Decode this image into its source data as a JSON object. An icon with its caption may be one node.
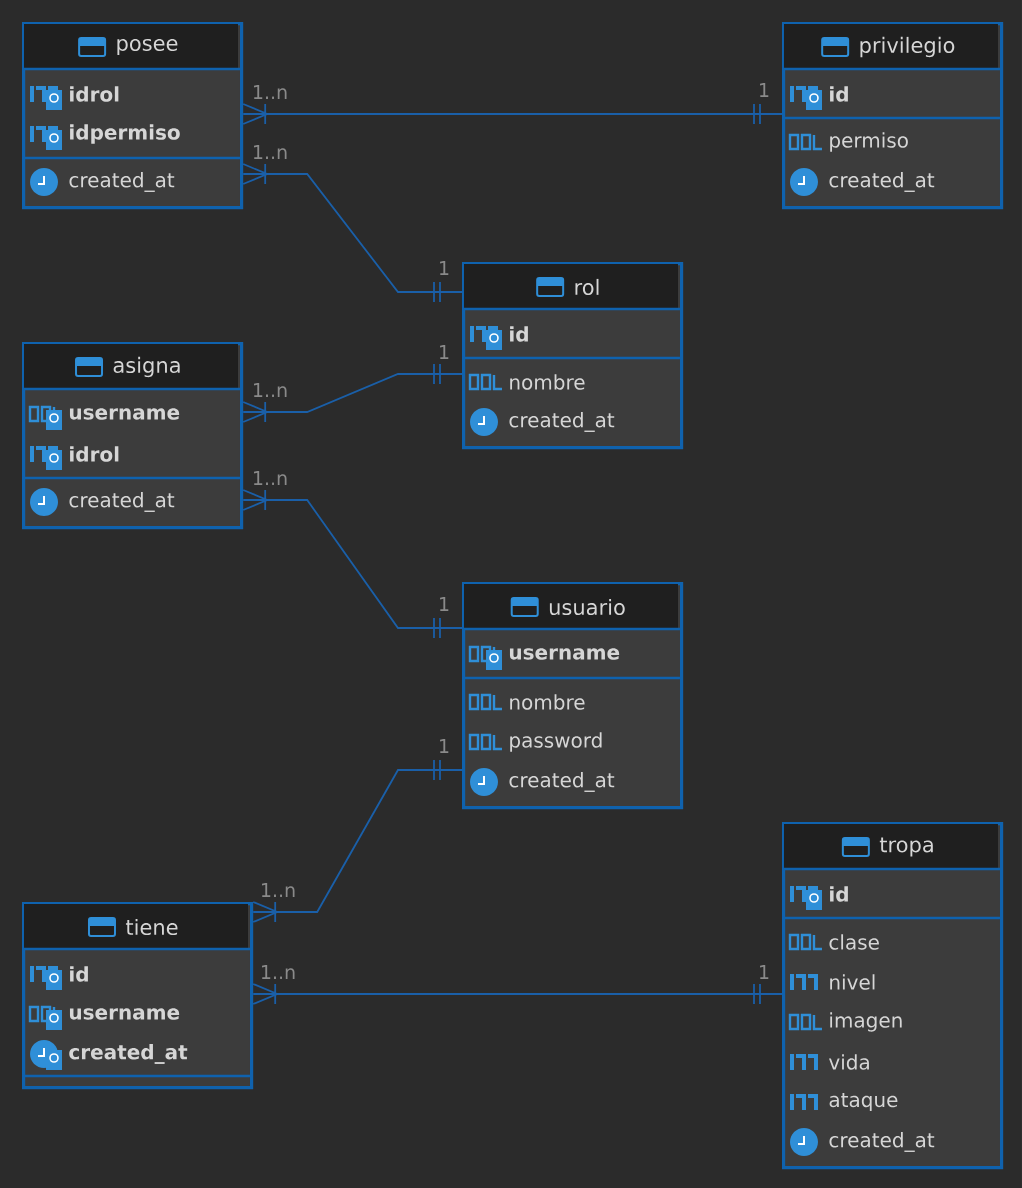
{
  "diagram": {
    "nodes": [
      {
        "text": [
          "posee",
          "idrol",
          "idpermiso",
          "created_at"
        ]
      },
      {
        "text": [
          "privilegio",
          "id",
          "permiso",
          "created_at"
        ]
      },
      {
        "text": [
          "rol",
          "id",
          "nombre",
          "created_at"
        ]
      },
      {
        "text": [
          "asigna",
          "username",
          "idrol",
          "created_at"
        ]
      },
      {
        "text": [
          "usuario",
          "username",
          "nombre",
          "password",
          "created_at"
        ]
      },
      {
        "text": [
          "tiene",
          "id",
          "username",
          "created_at"
        ]
      },
      {
        "text": [
          "tropa",
          "id",
          "clase",
          "nivel",
          "imagen",
          "vida",
          "ataque",
          "created_at"
        ]
      }
    ],
    "edges": [
      {
        "from": 0,
        "to": 1,
        "arrow": "other"
      },
      {
        "from": 0,
        "to": 2,
        "arrow": "other"
      },
      {
        "from": 3,
        "to": 2,
        "arrow": "other"
      },
      {
        "from": 3,
        "to": 4,
        "arrow": "other"
      },
      {
        "from": 5,
        "to": 4,
        "arrow": "other"
      },
      {
        "from": 5,
        "to": 6,
        "arrow": "other"
      }
    ],
    "labels": [
      "1..n",
      "1",
      "1..n",
      "1",
      "1",
      "1..n",
      "1..n",
      "1",
      "1",
      "1..n",
      "1..n",
      "1"
    ]
  }
}
